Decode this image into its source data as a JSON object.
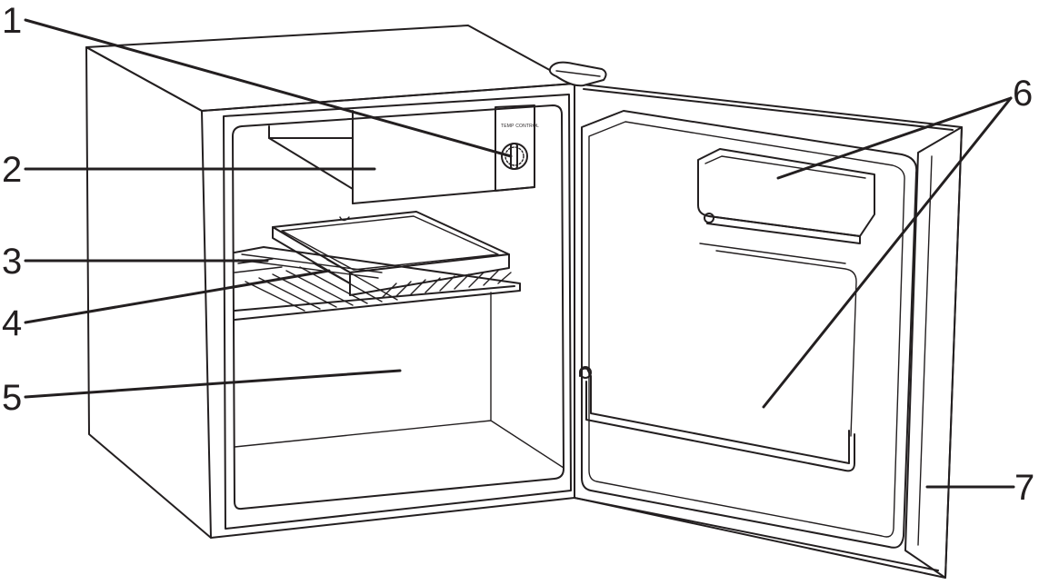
{
  "callouts": [
    {
      "id": "1",
      "label": "1"
    },
    {
      "id": "2",
      "label": "2"
    },
    {
      "id": "3",
      "label": "3"
    },
    {
      "id": "4",
      "label": "4"
    },
    {
      "id": "5",
      "label": "5"
    },
    {
      "id": "6",
      "label": "6"
    },
    {
      "id": "7",
      "label": "7"
    }
  ],
  "thermostat": {
    "label": "TEMP CONTROL"
  }
}
